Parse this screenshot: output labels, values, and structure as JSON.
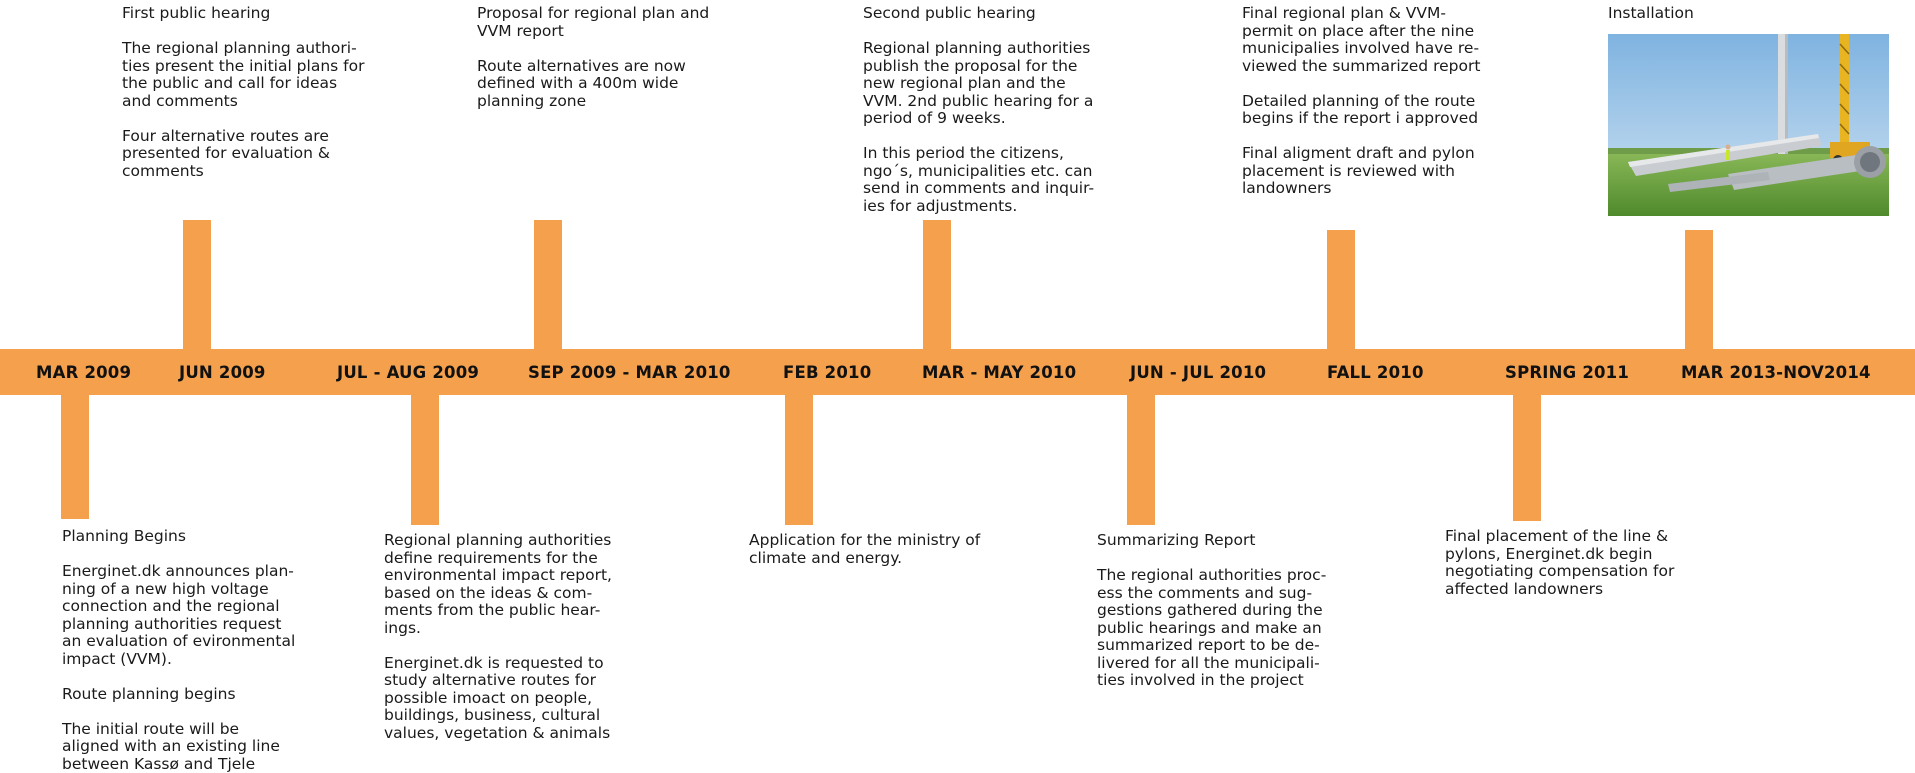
{
  "timeline": {
    "dates": [
      "MAR 2009",
      "JUN 2009",
      "JUL - AUG 2009",
      "SEP 2009 - MAR 2010",
      "FEB 2010",
      "MAR - MAY 2010",
      "JUN - JUL 2010",
      "FALL 2010",
      "SPRING 2011",
      "MAR 2013-NOV2014"
    ]
  },
  "above": [
    {
      "title": "First public hearing",
      "paragraphs": [
        "The regional planning authori-\nties present the initial plans for\nthe public and call for ideas\nand comments",
        "Four alternative routes are\npresented for evaluation &\ncomments"
      ]
    },
    {
      "title": "Proposal for regional plan and\nVVM report",
      "paragraphs": [
        "Route alternatives are now\ndefined with a 400m wide\nplanning zone"
      ]
    },
    {
      "title": "Second public hearing",
      "paragraphs": [
        "Regional planning authorities\npublish the proposal for the\nnew regional plan and the\nVVM. 2nd public hearing for a\nperiod of 9 weeks.",
        "In this period the citizens,\nngo´s, municipalities etc. can\nsend in comments and inquir-\nies for adjustments."
      ]
    },
    {
      "title": "Final regional plan & VVM-\npermit on place after the nine\nmunicipalies involved have re-\nviewed the summarized report",
      "paragraphs": [
        "Detailed planning of the route\nbegins if the report i approved",
        "Final aligment draft and pylon\nplacement is reviewed with\nlandowners"
      ]
    },
    {
      "title": "Installation",
      "paragraphs": []
    }
  ],
  "below": [
    {
      "title": "Planning Begins",
      "paragraphs": [
        "Energinet.dk announces plan-\nning of a new high voltage\nconnection and the regional\nplanning authorities request\nan evaluation of evironmental\nimpact (VVM).",
        "Route planning begins",
        "The initial route will be\naligned with an existing line\nbetween Kassø and Tjele"
      ]
    },
    {
      "title": "Regional planning authorities\ndefine requirements for the\nenvironmental impact report,\nbased on the ideas & com-\nments from the public hear-\nings.",
      "paragraphs": [
        "Energinet.dk is requested to\nstudy alternative routes for\npossible imoact on people,\nbuildings, business, cultural\nvalues, vegetation & animals"
      ]
    },
    {
      "title": "Application for the ministry of\nclimate and energy.",
      "paragraphs": []
    },
    {
      "title": "Summarizing Report",
      "paragraphs": [
        "The regional authorities proc-\ness the comments and sug-\ngestions gathered during the\npublic hearings and make an\nsummarized report to be de-\nlivered for all the municipali-\nties involved in the project"
      ]
    },
    {
      "title": "Final placement of the line &\npylons, Energinet.dk begin\nnegotiating compensation for\naffected landowners",
      "paragraphs": []
    }
  ],
  "colors": {
    "accent": "#f4a04d",
    "text": "#1a1a1a"
  }
}
